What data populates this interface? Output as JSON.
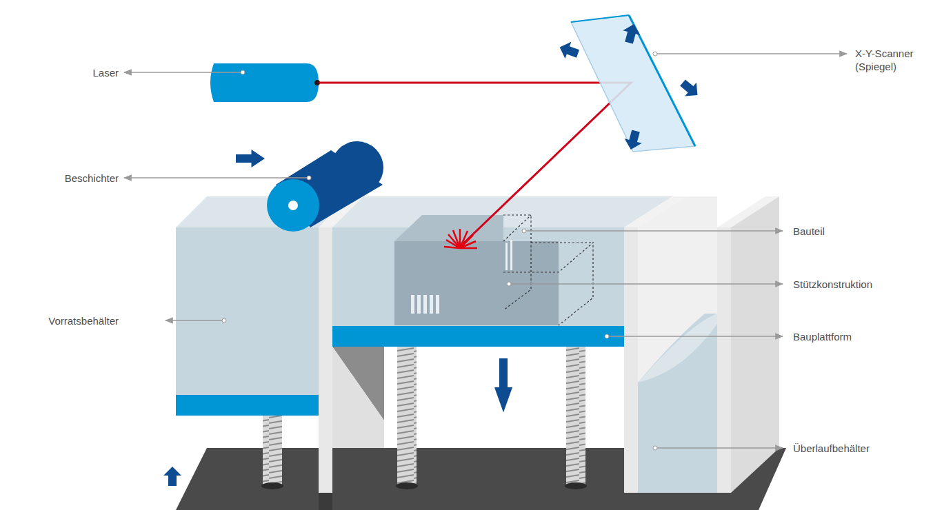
{
  "diagram": {
    "labels": [
      "Laser",
      "Beschichter",
      "Vorratsbehälter",
      "X-Y-Scanner (Spiegel)",
      "Bauteil",
      "Stützkonstruktion",
      "Bauplattform",
      "Überlaufbehälter"
    ]
  }
}
